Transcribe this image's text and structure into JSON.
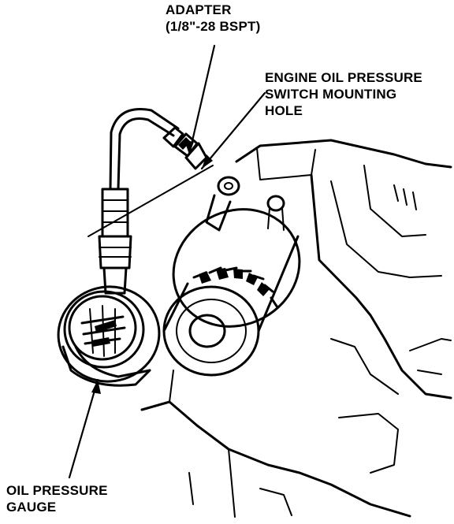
{
  "callouts": {
    "adapter": {
      "line1": "ADAPTER",
      "line2": "(1/8\"-28 BSPT)"
    },
    "switch_hole": {
      "line1": "ENGINE OIL PRESSURE",
      "line2": "SWITCH MOUNTING",
      "line3": "HOLE"
    },
    "gauge": {
      "line1": "OIL PRESSURE",
      "line2": "GAUGE"
    }
  },
  "colors": {
    "ink": "#000000",
    "paper": "#ffffff"
  }
}
